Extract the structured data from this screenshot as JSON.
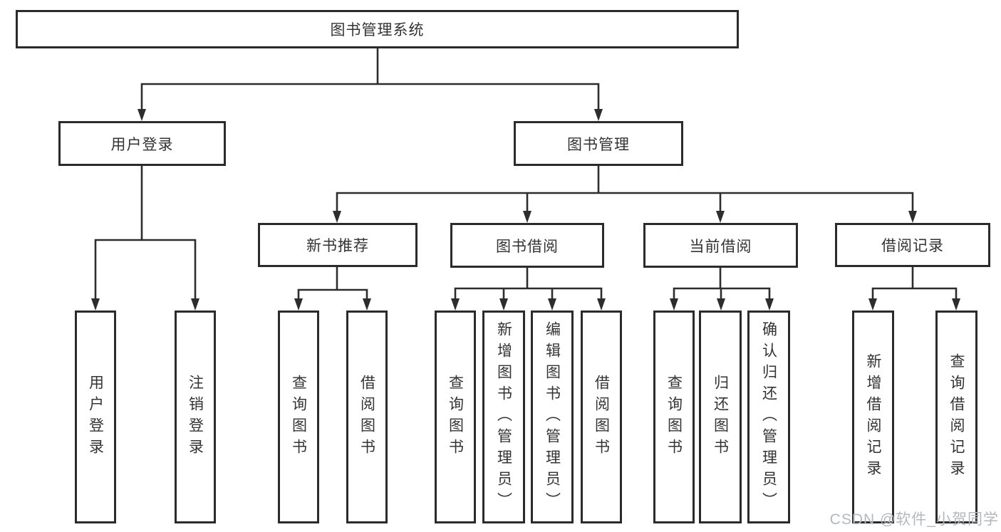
{
  "diagram": {
    "title": "图书管理系统",
    "branches": [
      {
        "label": "用户登录",
        "children": [
          {
            "label": "用户登录"
          },
          {
            "label": "注销登录"
          }
        ]
      },
      {
        "label": "图书管理",
        "children": [
          {
            "label": "新书推荐",
            "children": [
              {
                "label": "查询图书"
              },
              {
                "label": "借阅图书"
              }
            ]
          },
          {
            "label": "图书借阅",
            "children": [
              {
                "label": "查询图书"
              },
              {
                "label": "新增图书（管理员）"
              },
              {
                "label": "编辑图书（管理员）"
              },
              {
                "label": "借阅图书"
              }
            ]
          },
          {
            "label": "当前借阅",
            "children": [
              {
                "label": "查询图书"
              },
              {
                "label": "归还图书"
              },
              {
                "label": "确认归还（管理员）"
              }
            ]
          },
          {
            "label": "借阅记录",
            "children": [
              {
                "label": "新增借阅记录"
              },
              {
                "label": "查询借阅记录"
              }
            ]
          }
        ]
      }
    ]
  },
  "watermark": {
    "text": "CSDN @软件_小贺同学"
  },
  "colors": {
    "line": "#2d2d2d",
    "box_border": "#2b2b2b",
    "text": "#333333",
    "background": "#ffffff",
    "watermark": "#b3b8bf"
  }
}
